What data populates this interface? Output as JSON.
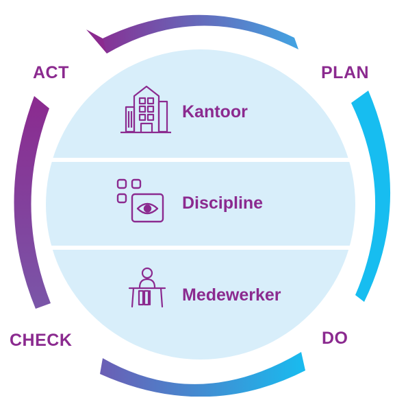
{
  "cycle": {
    "phases": {
      "plan": "PLAN",
      "do": "DO",
      "check": "CHECK",
      "act": "ACT"
    },
    "colors": {
      "purple": "#8b2a8f",
      "cyan": "#17bdf0",
      "circle_fill": "#d8eefa"
    }
  },
  "levels": [
    {
      "label": "Kantoor",
      "icon": "office-building-icon"
    },
    {
      "label": "Discipline",
      "icon": "discipline-eye-icon"
    },
    {
      "label": "Medewerker",
      "icon": "employee-desk-icon"
    }
  ]
}
